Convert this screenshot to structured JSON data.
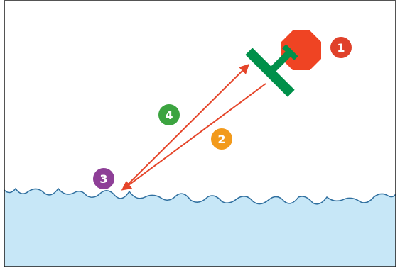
{
  "colors": {
    "sky": "#ffffff",
    "water": "#c7e7f7",
    "wave_line": "#2f6f9f",
    "frame": "#1a1a1a",
    "octagon": "#ef4423",
    "sensor": "#00904a",
    "arrow": "#e5452a"
  },
  "objects": {
    "source_shape": "octagon",
    "sensor_icon": "t-shaped-transducer"
  },
  "badges": [
    {
      "label": "1",
      "color": "#e0412a"
    },
    {
      "label": "2",
      "color": "#f29a1c"
    },
    {
      "label": "3",
      "color": "#8e3f97"
    },
    {
      "label": "4",
      "color": "#3ca440"
    }
  ]
}
